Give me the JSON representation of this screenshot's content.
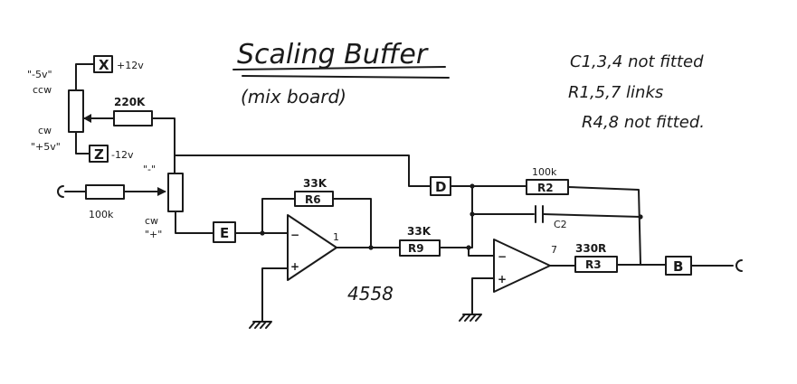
{
  "title": "Scaling Buffer",
  "subtitle": "(mix board)",
  "notes": [
    "C1,3,4  not fitted",
    "R1,5,7  links",
    "R4,8 not fitted."
  ],
  "connectors": {
    "x": "X",
    "z": "Z",
    "e": "E",
    "d": "D",
    "b": "B"
  },
  "supply": {
    "pos": "+12v",
    "neg": "-12v"
  },
  "pot_labels": {
    "top_range": "\"-5v\"",
    "top_dir": "ccw",
    "bottom_dir": "cw",
    "bottom_range": "\"+5v\"",
    "wiper_minus": "\"-\"",
    "cw2": "cw",
    "wiper_plus": "\"+\""
  },
  "components": {
    "r_220k": "220K",
    "r_input": "100k",
    "r6_value": "33K",
    "r6_name": "R6",
    "r9_value": "33K",
    "r9_name": "R9",
    "r2_value": "100k",
    "r2_name": "R2",
    "c2_name": "C2",
    "r3_value": "330R",
    "r3_name": "R3"
  },
  "opamp": {
    "part": "4558",
    "pin_a": "1",
    "pin_b": "7",
    "minus": "−",
    "plus": "+"
  },
  "colors": {
    "ink": "#1a1a1a",
    "paper": "#ffffff"
  }
}
